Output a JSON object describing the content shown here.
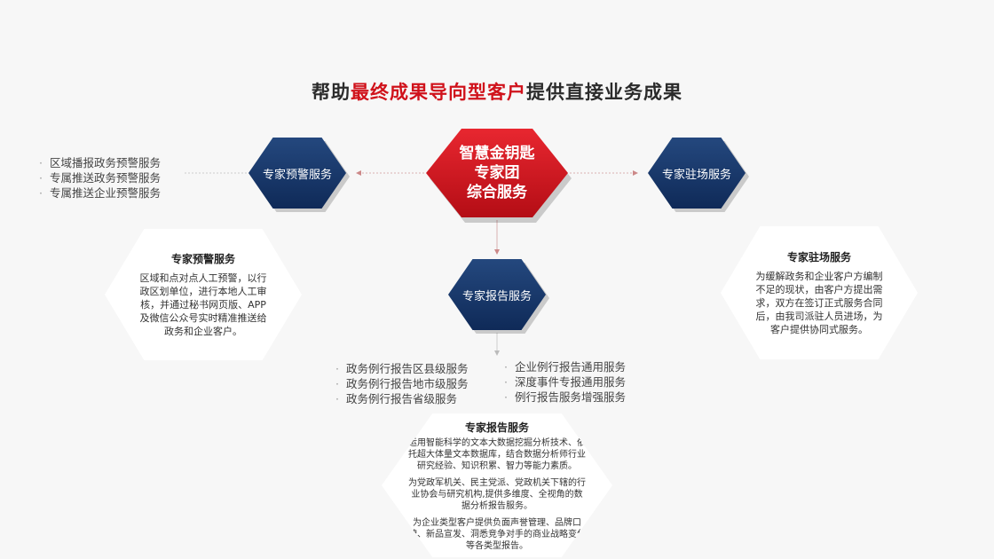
{
  "title": {
    "prefix": "帮助",
    "highlight": "最终成果导向型客户",
    "suffix": "提供直接业务成果"
  },
  "center_hex": {
    "lines": [
      "智慧金钥匙",
      "专家团",
      "综合服务"
    ]
  },
  "nodes": {
    "left": "专家预警服务",
    "right": "专家驻场服务",
    "bottom": "专家报告服务"
  },
  "left_bullets": [
    "区域播报政务预警服务",
    "专属推送政务预警服务",
    "专属推送企业预警服务"
  ],
  "bottom_bullets_left": [
    "政务例行报告区县级服务",
    "政务例行报告地市级服务",
    "政务例行报告省级服务"
  ],
  "bottom_bullets_right": [
    "企业例行报告通用服务",
    "深度事件专报通用服务",
    "例行报告服务增强服务"
  ],
  "cards": {
    "warning": {
      "title": "专家预警服务",
      "body": "区域和点对点人工预警，以行政区划单位，进行本地人工审核，并通过秘书网页版、APP及微信公众号实时精准推送给政务和企业客户。"
    },
    "onsite": {
      "title": "专家驻场服务",
      "body": "为缓解政务和企业客户方编制不足的现状，由客户方提出需求，双方在签订正式服务合同后，由我司派驻人员进场，为客户提供协同式服务。"
    },
    "report": {
      "title": "专家报告服务",
      "p1": "运用智能科学的文本大数据挖掘分析技术、依托超大体量文本数据库，结合数据分析师行业研究经验、知识积累、智力等能力素质。",
      "p2": "为党政军机关、民主党派、党政机关下辖的行业协会与研究机构,提供多维度、全视角的数据分析报告服务。",
      "p3": "为企业类型客户提供负面声誉管理、品牌口碑、新品宣发、洞悉竞争对手的商业战略变化等各类型报告。"
    }
  },
  "colors": {
    "accent_red": "#d0121b",
    "node_blue": "#1a3a6c",
    "center_red": "#c8141c"
  }
}
